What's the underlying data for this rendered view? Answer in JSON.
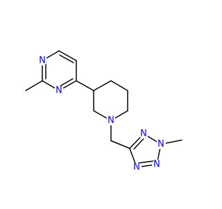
{
  "molecule": {
    "nitrogen_color": "#0000ff",
    "bond_color": "#000000",
    "atoms": {
      "pyrimidine_n_top": "N",
      "pyrimidine_n_bottom": "N",
      "piperidine_n": "N",
      "tetrazole_n1": "N",
      "tetrazole_n2": "N",
      "tetrazole_n3": "N",
      "tetrazole_n4": "N"
    }
  }
}
